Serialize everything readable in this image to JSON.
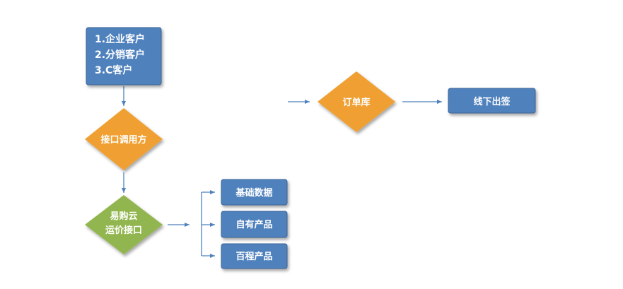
{
  "colors": {
    "box_fill": "#4f81bd",
    "box_border": "#3a6596",
    "diamond_orange": "#f0a030",
    "diamond_green": "#92b64f",
    "arrow": "#4f81bd",
    "text": "#ffffff"
  },
  "nodes": {
    "customers": {
      "lines": [
        "1.企业客户",
        "2.分销客户",
        "3.C客户"
      ]
    },
    "caller": {
      "label": "接口调用方"
    },
    "yigouyun": {
      "lines": [
        "易购云",
        "运价接口"
      ]
    },
    "basic_data": {
      "label": "基础数据"
    },
    "own_products": {
      "label": "自有产品"
    },
    "baicheng_products": {
      "label": "百程产品"
    },
    "order_db": {
      "label": "订单库"
    },
    "offline_sign": {
      "label": "线下出签"
    }
  }
}
